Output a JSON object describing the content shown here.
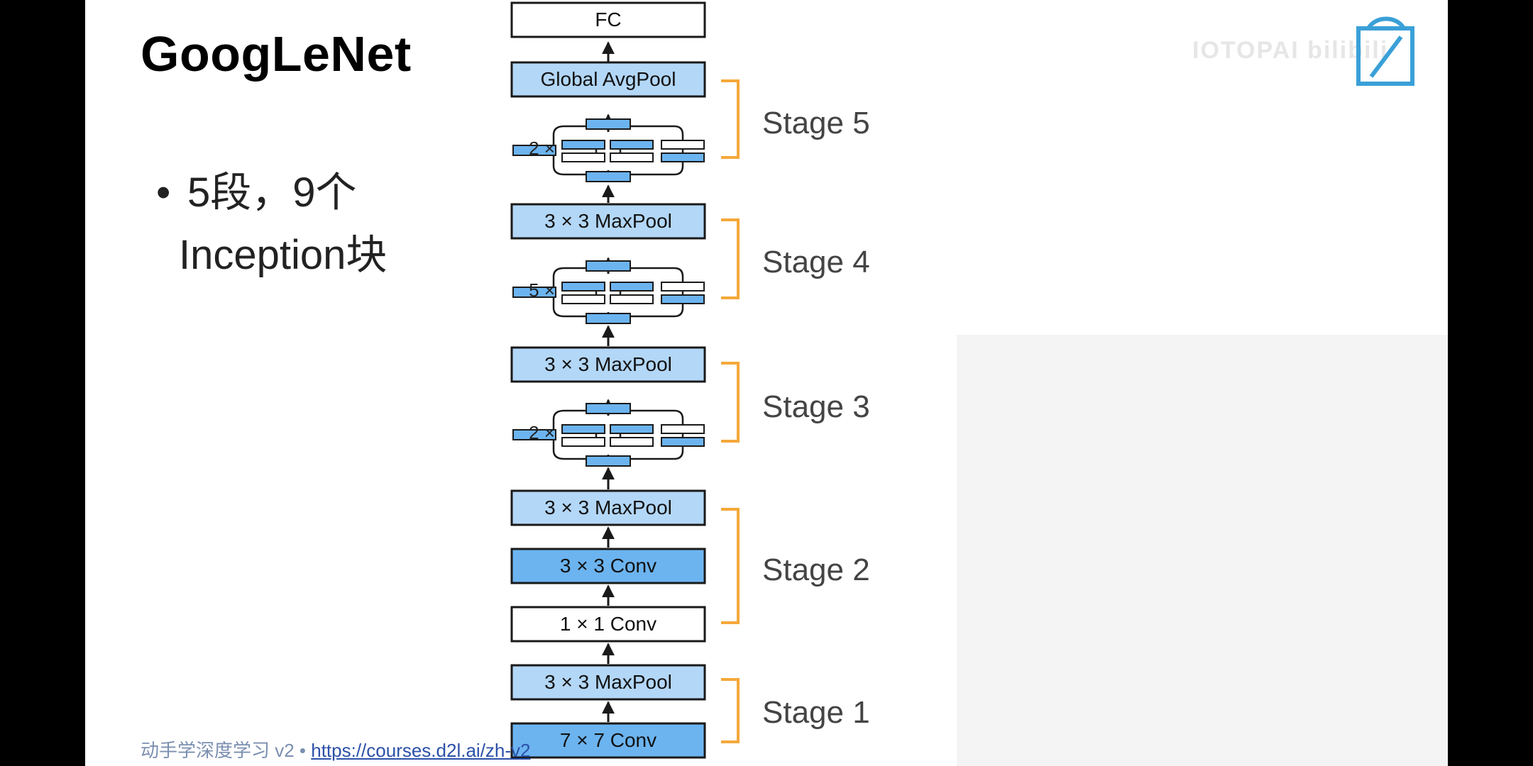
{
  "slide": {
    "title": "GoogLeNet",
    "bullet_dot": "•",
    "bullet_line1": "5段，9个",
    "bullet_line2": "Inception块",
    "footer_text": "动手学深度学习 v2 • ",
    "footer_link": "https://courses.d2l.ai/zh-v2"
  },
  "diagram": {
    "fc_label": "FC",
    "gap_label": "Global AvgPool",
    "maxpool_label": "3 × 3 MaxPool",
    "conv3_label": "3 × 3 Conv",
    "conv1_label": "1 × 1 Conv",
    "conv7_label": "7 × 7 Conv",
    "repeat_stage5": "2 ×",
    "repeat_stage4": "5 ×",
    "repeat_stage3": "2 ×",
    "stage5": "Stage 5",
    "stage4": "Stage 4",
    "stage3": "Stage 3",
    "stage2": "Stage 2",
    "stage1": "Stage 1"
  },
  "colors": {
    "light_blue": "#b3d7f7",
    "mid_blue": "#6cb4f0",
    "box_border": "#1a1a1a",
    "bracket": "#f5a83a",
    "stage_text": "#444444"
  },
  "watermark": {
    "logo_icon": "bilibili-logo-icon",
    "text": "IOTOPAI bilibili"
  }
}
